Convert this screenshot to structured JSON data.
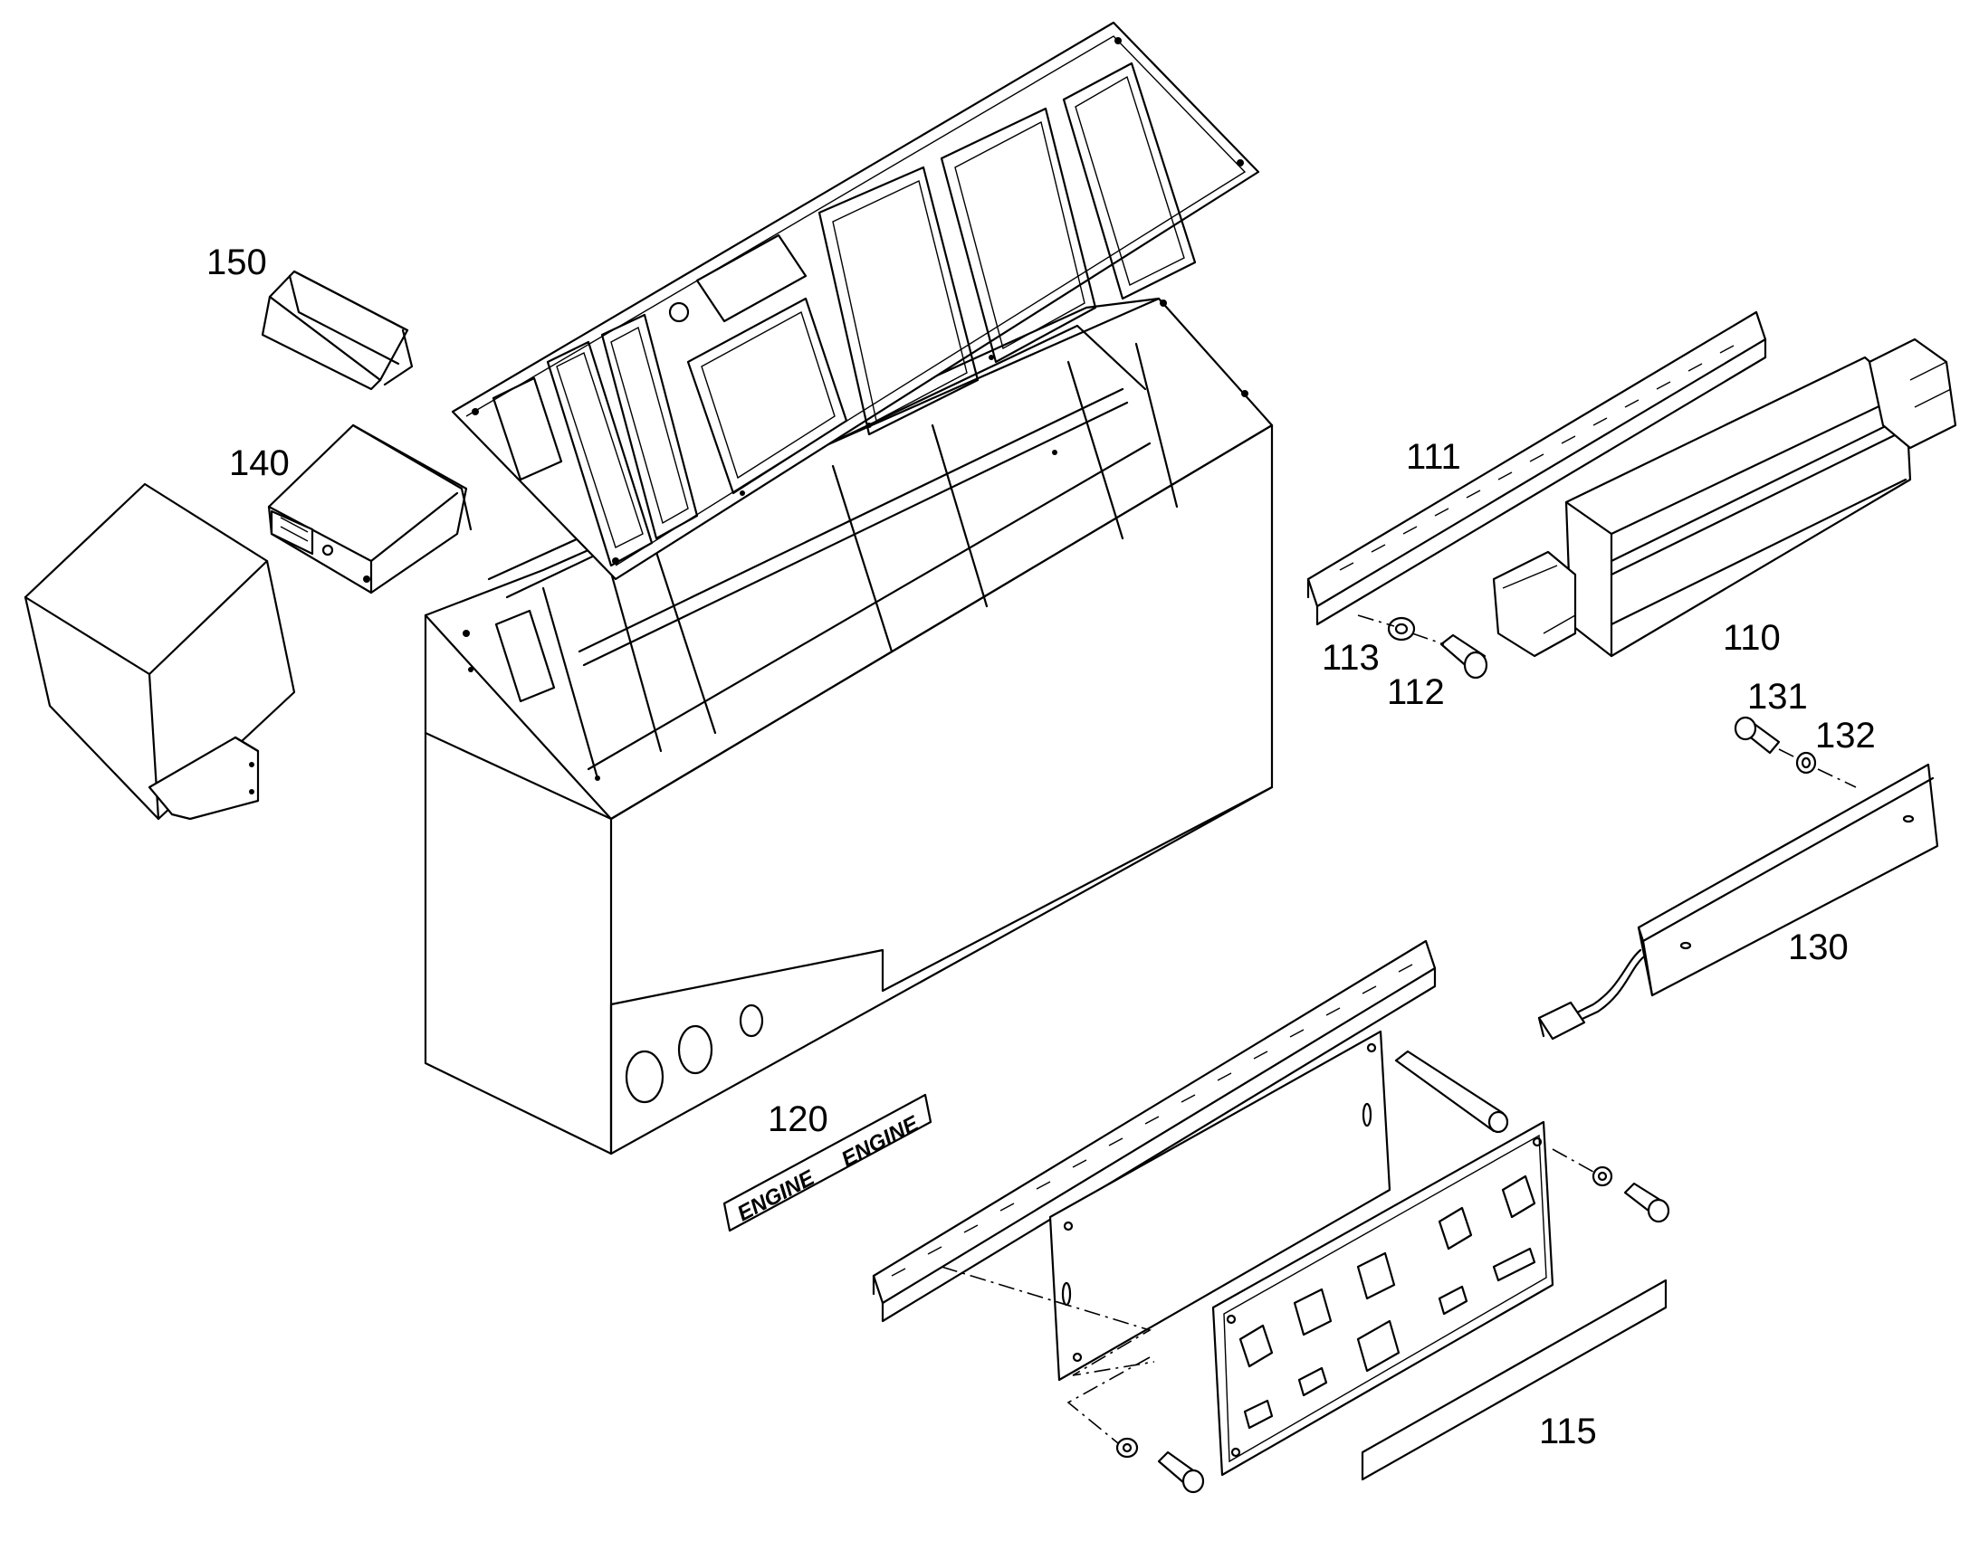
{
  "callouts": {
    "p110": "110",
    "p111": "111",
    "p112": "112",
    "p113": "113",
    "p115": "115",
    "p120": "120",
    "p130": "130",
    "p131": "131",
    "p132": "132",
    "p140": "140",
    "p150": "150"
  },
  "decal": {
    "text_left": "ENGINE",
    "text_right": "ENGINE"
  }
}
